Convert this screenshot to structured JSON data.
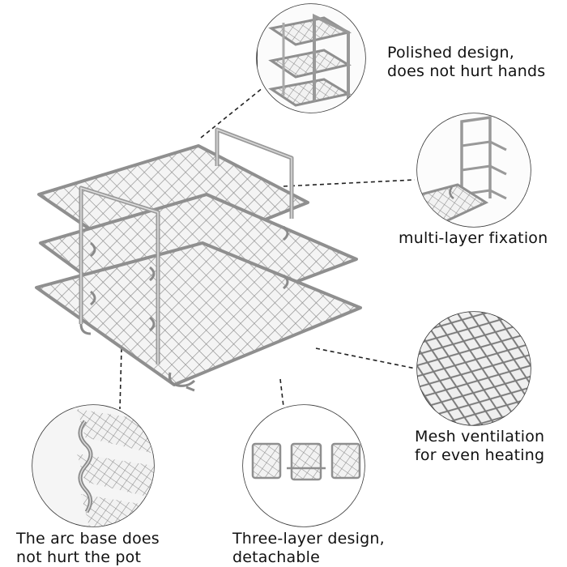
{
  "features": {
    "polished": {
      "line1": "Polished design,",
      "line2": "does not hurt hands"
    },
    "multilayer": {
      "line1": "multi-layer fixation"
    },
    "mesh": {
      "line1": "Mesh ventilation",
      "line2": "for even heating"
    },
    "arc_base": {
      "line1": "The arc base does",
      "line2": "not hurt the pot"
    },
    "three_layer": {
      "line1": "Three-layer design,",
      "line2": "detachable"
    }
  },
  "icons": [
    "rack-product-image",
    "handle-detail-image",
    "fixation-detail-image",
    "mesh-detail-image",
    "arc-base-detail-image",
    "detachable-layers-image"
  ],
  "colors": {
    "background": "#ffffff",
    "text": "#111111",
    "steel": "#9a9a9a",
    "circle_border": "#3a3a3a",
    "leader_line": "#222222"
  }
}
